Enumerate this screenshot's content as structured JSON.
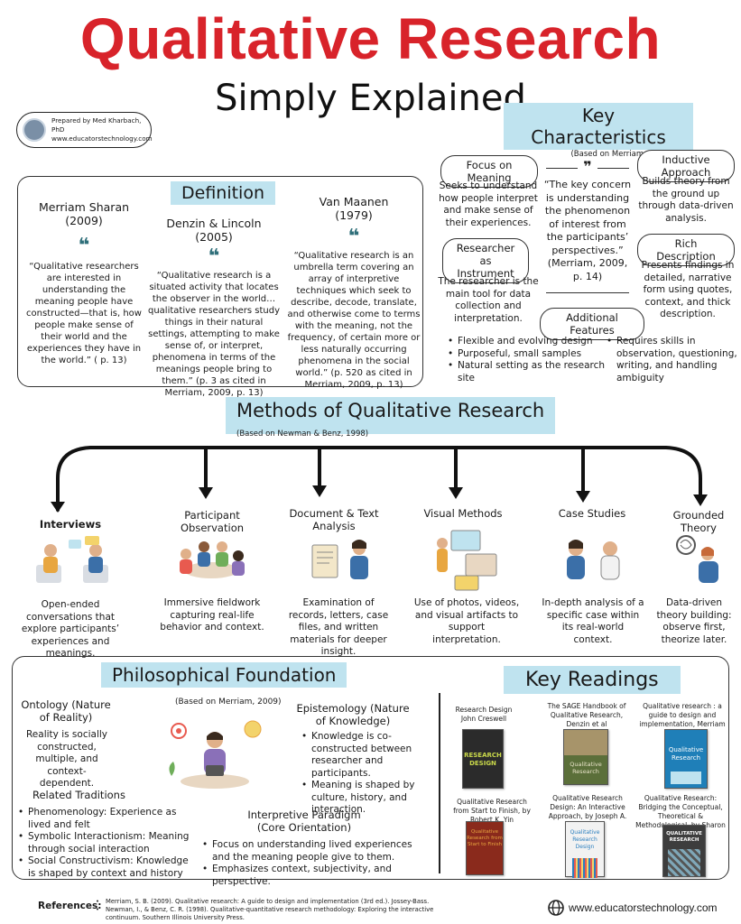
{
  "header": {
    "title": "Qualitative Research",
    "subtitle": "Simply Explained",
    "author_line1": "Prepared by Med Kharbach, PhD",
    "author_line2": "www.educatorstechnology.com"
  },
  "definition": {
    "heading": "Definition",
    "sources": [
      {
        "name": "Merriam Sharan",
        "year": "(2009)",
        "quote": "“Qualitative researchers are interested in understanding the meaning people have constructed—that is, how people make sense of their world and the experiences they have in the world.” ( p. 13)"
      },
      {
        "name": "Denzin & Lincoln",
        "year": "(2005)",
        "quote": "“Qualitative research is a situated activity that locates the observer in the world… qualitative researchers study things in their natural settings, attempting to make sense of, or interpret, phenomena in terms of the meanings people bring to them.” (p. 3 as cited in Merriam, 2009, p. 13)"
      },
      {
        "name": "Van Maanen",
        "year": "(1979)",
        "quote": "“Qualitative research is an umbrella term covering an array of interpretive techniques which seek to describe, decode, translate, and otherwise come to terms with the meaning, not the frequency, of certain more or less naturally occurring phenomena in the social world.” (p. 520 as cited in Merriam, 2009, p. 13)"
      }
    ],
    "quote_mark": "❝"
  },
  "key_characteristics": {
    "heading": "Key Characteristics",
    "basis": "(Based on Merriam, 2009)",
    "focus_title": "Focus on Meaning",
    "focus_text": "Seeks to understand how people interpret and make sense of their experiences.",
    "instrument_title": "Researcher as Instrument",
    "instrument_text": "The researcher is the main tool for data collection and interpretation.",
    "center_quote": "“The key concern is understanding the phenomenon of interest from the participants’ perspectives.” (Merriam, 2009, p. 14)",
    "inductive_title": "Inductive Approach",
    "inductive_text": "Builds theory from the ground up through data-driven analysis.",
    "rich_title": "Rich Description",
    "rich_text": "Presents findings in detailed, narrative form using quotes, context, and thick description.",
    "additional_title": "Additional Features",
    "additional_left": [
      "Flexible and evolving design",
      "Purposeful, small samples",
      "Natural setting as the research site"
    ],
    "additional_right": [
      "Requires skills in observation, questioning, writing, and handling ambiguity"
    ]
  },
  "methods": {
    "heading": "Methods of Qualitative Research",
    "basis": "(Based on Newman & Benz, 1998)",
    "items": [
      {
        "title": "Interviews",
        "text": "Open-ended conversations that explore participants’ experiences and meanings."
      },
      {
        "title": "Participant Observation",
        "text": "Immersive fieldwork capturing real-life behavior and context."
      },
      {
        "title": "Document & Text Analysis",
        "text": "Examination of records, letters, case files, and written materials for deeper insight."
      },
      {
        "title": "Visual Methods",
        "text": "Use of photos, videos, and visual artifacts to support interpretation."
      },
      {
        "title": "Case Studies",
        "text": "In-depth analysis of a specific case within its real-world context."
      },
      {
        "title": "Grounded Theory",
        "text": "Data-driven theory building: observe first, theorize later."
      }
    ]
  },
  "philosophy": {
    "heading": "Philosophical Foundation",
    "basis": "(Based on Merriam, 2009)",
    "ontology_title": "Ontology (Nature of Reality)",
    "ontology_text": "Reality is socially constructed, multiple, and context-dependent.",
    "epistemology_title": "Epistemology (Nature of Knowledge)",
    "epistemology_items": [
      "Knowledge is co-constructed between researcher and participants.",
      "Meaning is shaped by culture, history, and interaction."
    ],
    "traditions_title": "Related Traditions",
    "traditions_items": [
      "Phenomenology: Experience as lived and felt",
      "Symbolic Interactionism: Meaning through social interaction",
      "Social Constructivism: Knowledge is shaped by context and history"
    ],
    "paradigm_title": "Interpretive Paradigm (Core Orientation)",
    "paradigm_items": [
      "Focus on understanding lived experiences and the meaning people give to them.",
      "Emphasizes context, subjectivity, and perspective."
    ]
  },
  "readings": {
    "heading": "Key Readings",
    "books": [
      {
        "caption": "Research Design John Creswell",
        "cover_text": "RESEARCH DESIGN",
        "color": "#2b2b2b",
        "accent": "#c9d84a"
      },
      {
        "caption": "The SAGE Handbook of Qualitative Research, Denzin et al",
        "cover_text": "Qualitative Research",
        "color": "#5b6f3a",
        "accent": "#e8e2c8"
      },
      {
        "caption": "Qualitative research : a guide to design and implementation, Merriam Sharan",
        "cover_text": "Qualitative Research",
        "color": "#1f7fb8",
        "accent": "#bfe3ef"
      },
      {
        "caption": "Qualitative Research from Start to Finish, by Robert K. Yin",
        "cover_text": "Qualitative Research from Start to Finish",
        "color": "#8a2a1c",
        "accent": "#e8a640"
      },
      {
        "caption": "Qualitative Research Design: An Interactive Approach, by Joseph A. Maxwell",
        "cover_text": "Qualitative Research Design",
        "color": "#f2f2f2",
        "accent": "#2b7fbf"
      },
      {
        "caption": "Qualitative Research: Bridging the Conceptual, Theoretical & Methodological, by Sharon et al",
        "cover_text": "QUALITATIVE RESEARCH",
        "color": "#3d3d3d",
        "accent": "#7fa7b8"
      }
    ]
  },
  "references": {
    "label": "References:",
    "items": [
      "Merriam, S. B. (2009). Qualitative research: A guide to design and implementation (3rd ed.). Jossey-Bass.",
      "Newman, I., & Benz, C. R. (1998). Qualitative-quantitative research methodology: Exploring the interactive continuum. Southern Illinois University Press."
    ]
  },
  "footer": {
    "site": "www.educatorstechnology.com"
  },
  "colors": {
    "title_red": "#d8232a",
    "highlight_blue": "#bfe3ef",
    "quote_teal": "#2f6f7a"
  }
}
